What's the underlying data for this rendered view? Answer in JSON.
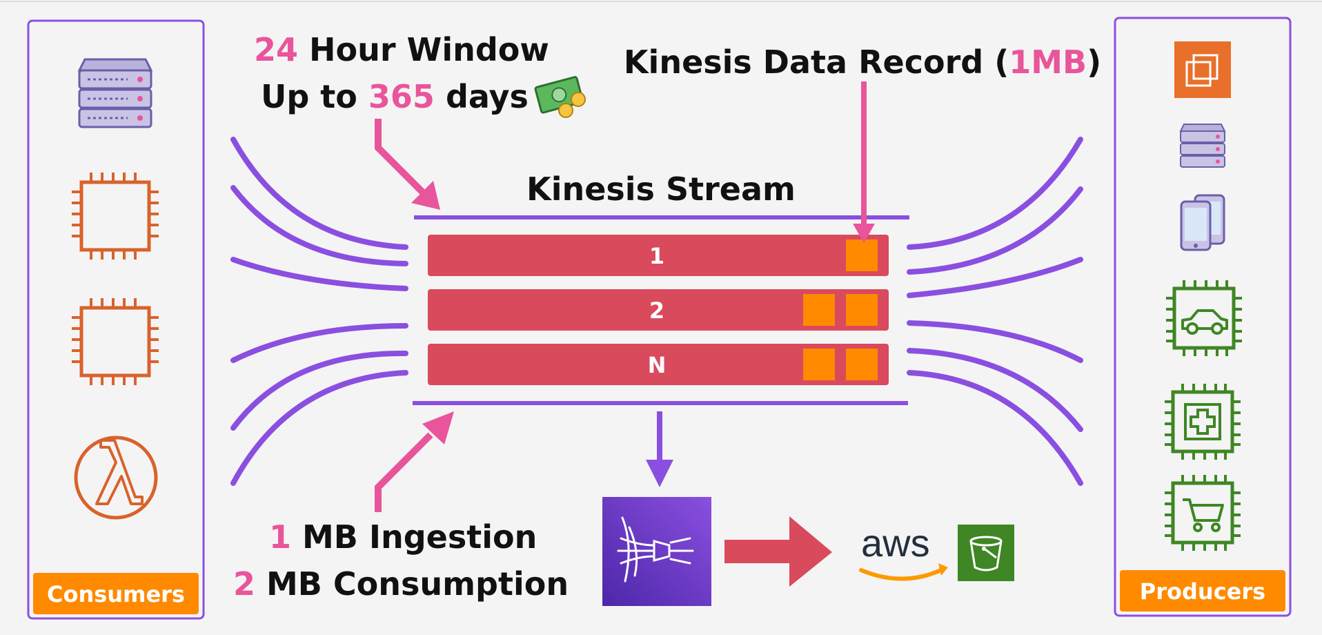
{
  "colors": {
    "background": "#f4f4f4",
    "purple": "#8a4fe0",
    "pink": "#e8559b",
    "shard_red": "#d94a5c",
    "record_orange": "#ff8a00",
    "label_orange": "#ff8a00",
    "icon_orange": "#d9622b",
    "icon_green": "#3f8624",
    "icon_lavender": "#b8b2dc"
  },
  "consumers_panel": {
    "label": "Consumers",
    "icons": [
      "server-icon",
      "ec2-instance-icon",
      "ec2-instance-icon",
      "lambda-icon"
    ]
  },
  "producers_panel": {
    "label": "Producers",
    "icons": [
      "ec2-icon",
      "server-icon",
      "mobile-devices-icon",
      "iot-car-icon",
      "iot-medical-icon",
      "iot-cart-icon"
    ]
  },
  "retention": {
    "line1_num": "24",
    "line1_text": " Hour Window",
    "line2_prefix": "Up to ",
    "line2_num": "365",
    "line2_suffix": " days -",
    "icon": "money-icon"
  },
  "record": {
    "text_prefix": "Kinesis Data Record (",
    "text_highlight": "1MB",
    "text_suffix": ")"
  },
  "stream": {
    "title": "Kinesis Stream",
    "shards": [
      {
        "label": "1",
        "records": 1
      },
      {
        "label": "2",
        "records": 2
      },
      {
        "label": "N",
        "records": 2
      }
    ]
  },
  "throughput": {
    "line1_num": "1",
    "line1_text": " MB Ingestion",
    "line2_num": "2",
    "line2_text": " MB Consumption"
  },
  "destination": {
    "firehose_icon": "kinesis-firehose-icon",
    "brand_text": "aws",
    "bucket_icon": "s3-bucket-icon"
  }
}
